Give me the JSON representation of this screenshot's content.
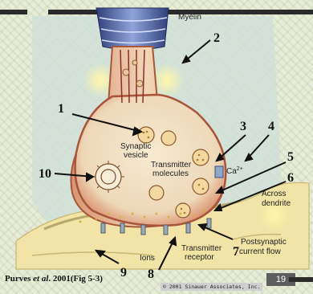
{
  "figure": {
    "labels": {
      "myelin": "Myelin",
      "synaptic_vesicle_1": "Synaptic",
      "synaptic_vesicle_2": "vesicle",
      "transmitter_molecules_1": "Transmitter",
      "transmitter_molecules_2": "molecules",
      "ca": "Ca",
      "ca_sup": "2+",
      "across_dendrite_1": "Across",
      "across_dendrite_2": "dendrite",
      "postsynaptic_1": "Postsynaptic",
      "postsynaptic_2": "current flow",
      "ions": "Ions",
      "transmitter_receptor_1": "Transmitter",
      "transmitter_receptor_2": "receptor"
    },
    "callouts": [
      "1",
      "2",
      "3",
      "4",
      "5",
      "6",
      "7",
      "8",
      "9",
      "10"
    ]
  },
  "citation": {
    "prefix": "Purves ",
    "etal": "et al",
    "suffix": ". 2001(Fig 5-3)"
  },
  "copyright": "© 2001 Sinauer Associates, Inc.",
  "page_number": "19"
}
